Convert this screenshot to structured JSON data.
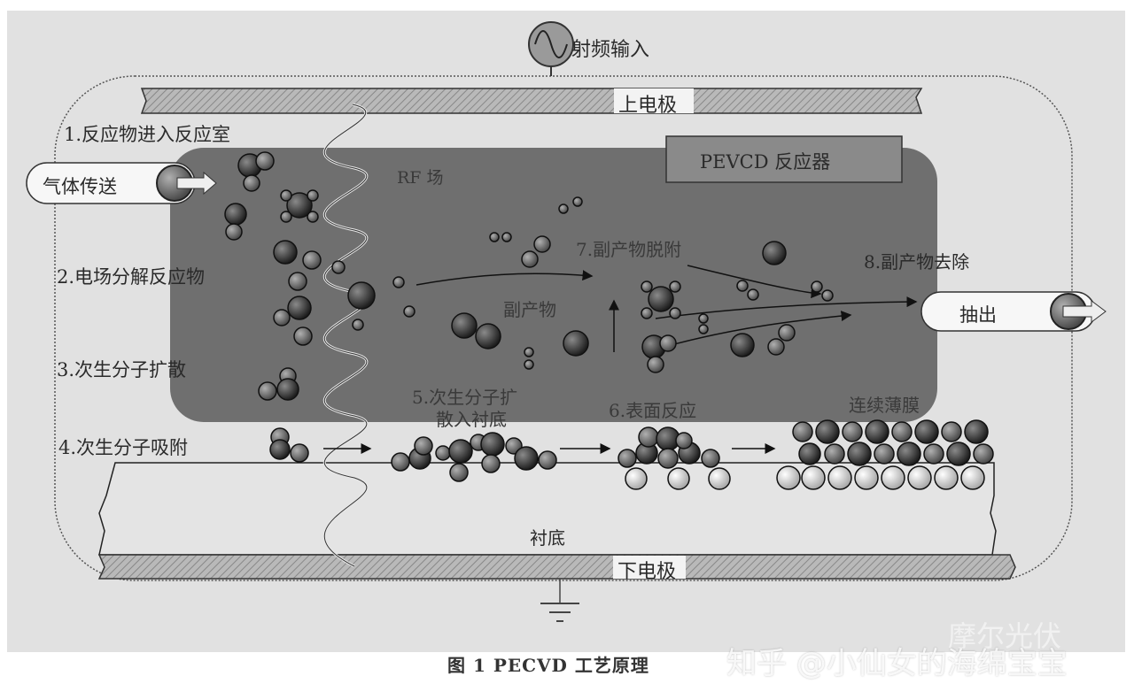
{
  "figure": {
    "caption": "图 1  PECVD 工艺原理",
    "rf_input_label": "射频输入",
    "top_electrode_label": "上电极",
    "bottom_electrode_label": "下电极",
    "reactor_label": "PEVCD 反应器",
    "rf_field_label": "RF 场",
    "gas_delivery_label": "气体传送",
    "exhaust_label": "抽出",
    "substrate_label": "衬底",
    "byproduct_label": "副产物",
    "continuous_film_label": "连续薄膜",
    "steps": [
      {
        "label": "1.反应物进入反应室"
      },
      {
        "label": "2.电场分解反应物"
      },
      {
        "label": "3.次生分子扩散"
      },
      {
        "label": "4.次生分子吸附"
      },
      {
        "label": "5.次生分子扩",
        "label2": "散入衬底"
      },
      {
        "label": "6.表面反应"
      },
      {
        "label": "7.副产物脱附"
      },
      {
        "label": "8.副产物去除"
      }
    ],
    "icons": {
      "rf_source": "sine-wave-source-icon",
      "ground": "ground-icon",
      "gas_in": "arrow-right-icon",
      "gas_out": "arrow-right-icon"
    },
    "colors": {
      "background": "#e1e1e1",
      "reactor": "#6f6f6f",
      "molecule_dark": "#3a3a3a",
      "molecule_light": "#d8d8d8"
    }
  },
  "watermark": {
    "text": "知乎 @小仙女的海绵宝宝",
    "secondary": "摩尔光伏"
  }
}
